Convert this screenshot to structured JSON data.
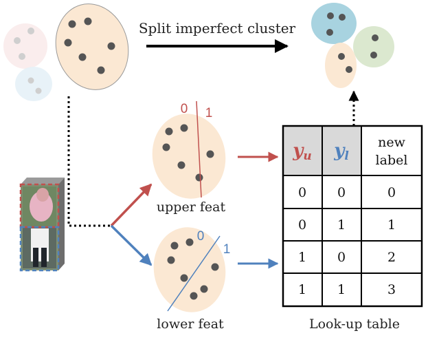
{
  "top_arrow_label": "Split imperfect cluster",
  "upper_label": "upper feat",
  "lower_label": "lower feat",
  "upper_split": {
    "left": "0",
    "right": "1"
  },
  "lower_split": {
    "left": "0",
    "right": "1"
  },
  "table": {
    "caption": "Look-up table",
    "header": {
      "yu_base": "y",
      "yu_sub": "u",
      "yl_base": "y",
      "yl_sub": "l",
      "new_line1": "new",
      "new_line2": "label"
    },
    "rows": [
      [
        "0",
        "0",
        "0"
      ],
      [
        "0",
        "1",
        "1"
      ],
      [
        "1",
        "0",
        "2"
      ],
      [
        "1",
        "1",
        "3"
      ]
    ]
  },
  "colors": {
    "cluster_fill": "#fbe8d3",
    "dot": "#555555",
    "red": "#c0504d",
    "blue": "#4f81bd",
    "header_fill": "#d9d9d9",
    "cluster_blue": "#a8d3e0",
    "cluster_green": "#dbe8cf"
  }
}
